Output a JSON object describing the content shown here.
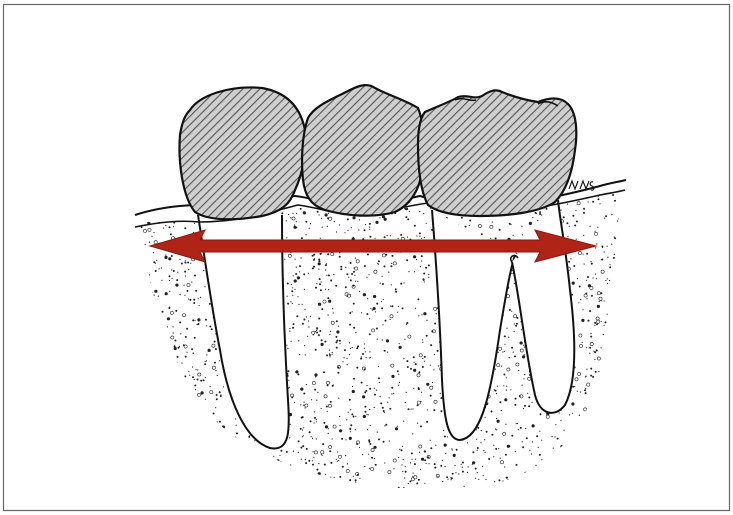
{
  "figure": {
    "artist_signature": "NNS",
    "colors": {
      "arrow": "#b02418",
      "outline": "#111111",
      "hatch": "#555555",
      "crown_fill": "#cfcfcf",
      "bone_dots": "#222222",
      "background": "#ffffff",
      "border": "#666666"
    },
    "structures": [
      "tooth-left",
      "tooth-middle",
      "tooth-right",
      "gingiva",
      "alveolar-bone",
      "horizontal-double-arrow"
    ]
  }
}
